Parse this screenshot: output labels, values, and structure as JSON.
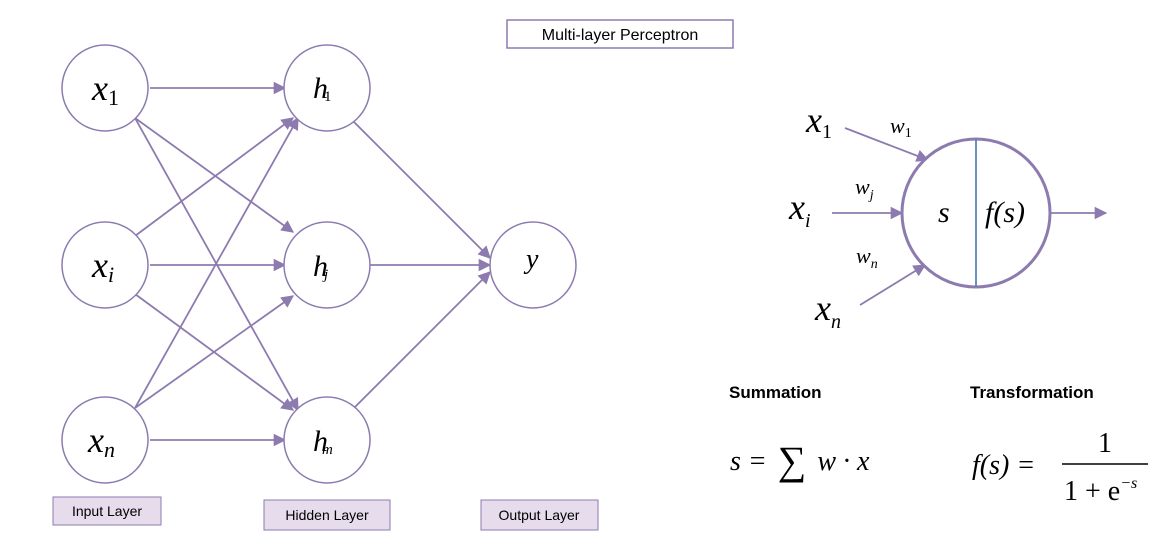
{
  "title": "Multi-layer Perceptron",
  "layers": {
    "input": "Input Layer",
    "hidden": "Hidden Layer",
    "output": "Output Layer"
  },
  "nodes": {
    "x1": {
      "base": "x",
      "sub": "1"
    },
    "xi": {
      "base": "x",
      "sub": "i"
    },
    "xn": {
      "base": "x",
      "sub": "n"
    },
    "h1": {
      "base": "h",
      "sub": "1"
    },
    "hj": {
      "base": "h",
      "sub": "j"
    },
    "hm": {
      "base": "h",
      "sub": "m"
    },
    "y": {
      "base": "y"
    }
  },
  "neuron": {
    "inputs": {
      "x1": {
        "base": "x",
        "sub": "1"
      },
      "xi": {
        "base": "x",
        "sub": "i"
      },
      "xn": {
        "base": "x",
        "sub": "n"
      }
    },
    "weights": {
      "w1": {
        "base": "w",
        "sub": "1"
      },
      "wj": {
        "base": "w",
        "sub": "j"
      },
      "wn": {
        "base": "w",
        "sub": "n"
      }
    },
    "sum_symbol": "s",
    "activation": "f(s)"
  },
  "summation": {
    "heading": "Summation",
    "lhs": "s =",
    "sigma": "∑",
    "rhs": "w · x"
  },
  "transformation": {
    "heading": "Transformation",
    "lhs": "f(s) =",
    "numerator": "1",
    "denominator": "1 + e",
    "exponent": "−s"
  },
  "colors": {
    "line": "#8d7bb0",
    "node_fill": "#ffffff",
    "label_fill": "#e6dcec",
    "label_border": "#8d7bb0",
    "divider": "#3a6fb0",
    "text": "#000000"
  }
}
